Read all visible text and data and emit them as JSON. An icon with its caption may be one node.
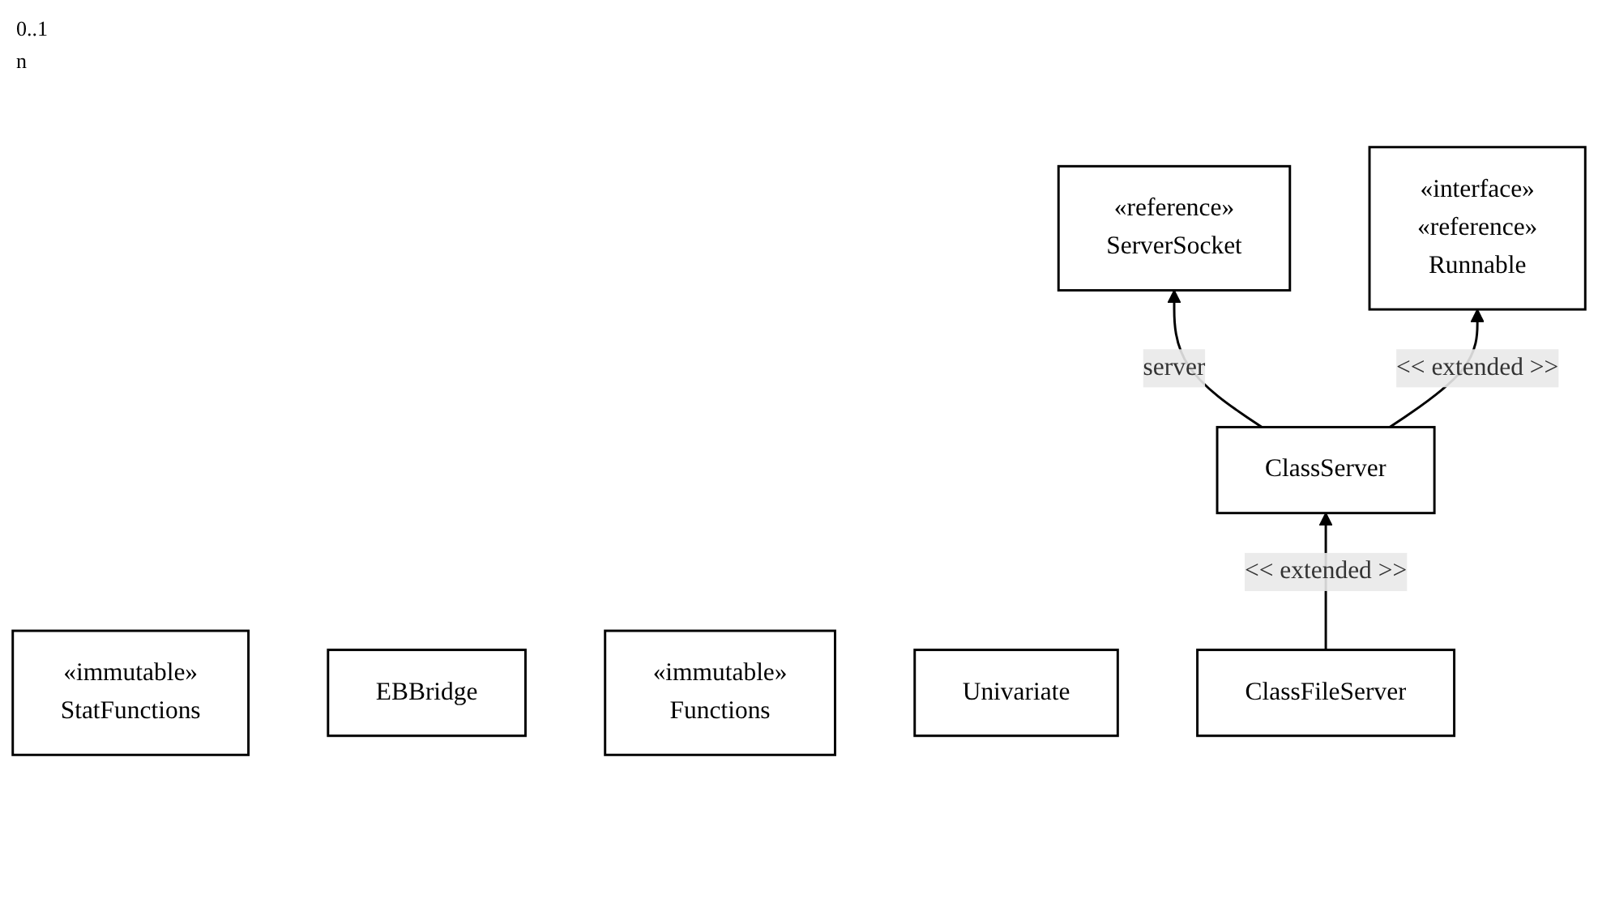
{
  "diagram": {
    "nodes": [
      {
        "text": [
          "«reference»",
          "ServerSocket"
        ]
      },
      {
        "text": [
          "«interface»",
          "«reference»",
          "Runnable"
        ]
      },
      {
        "text": [
          "«immutable»",
          "StatFunctions"
        ]
      },
      {
        "text": [
          "ClassServer"
        ]
      },
      {
        "text": [
          "EBBridge"
        ]
      },
      {
        "text": [
          "«immutable»",
          "Functions"
        ]
      },
      {
        "text": [
          "Univariate"
        ]
      },
      {
        "text": [
          "ClassFileServer"
        ]
      }
    ],
    "edges": [
      {
        "from": 3,
        "to": 0,
        "arrow": "to",
        "label": "server"
      },
      {
        "from": 3,
        "to": 1,
        "arrow": "to",
        "label": "<< extended >>"
      },
      {
        "from": 7,
        "to": 3,
        "arrow": "to",
        "label": "<< extended >>"
      }
    ],
    "labels": [
      "0..1",
      "n"
    ]
  }
}
